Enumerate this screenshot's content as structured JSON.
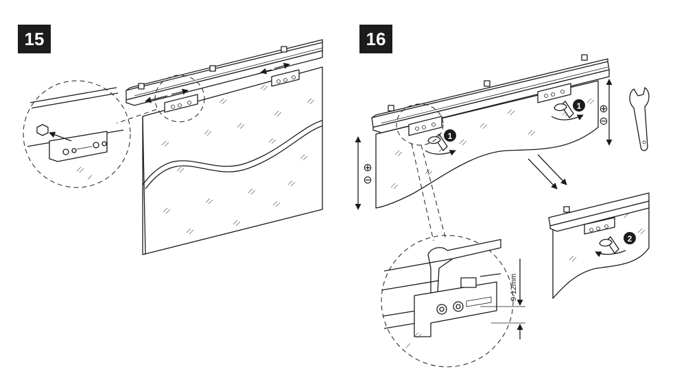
{
  "steps": [
    {
      "number": "15"
    },
    {
      "number": "16"
    }
  ],
  "callouts": {
    "first": "1",
    "second": "2"
  },
  "adjust_signs": {
    "plus": "⊕",
    "minus": "⊖"
  },
  "gap_dimension": "9-12mm",
  "icons": [
    "wrench-icon",
    "arrow-icon",
    "adjust-wrench-icon"
  ]
}
